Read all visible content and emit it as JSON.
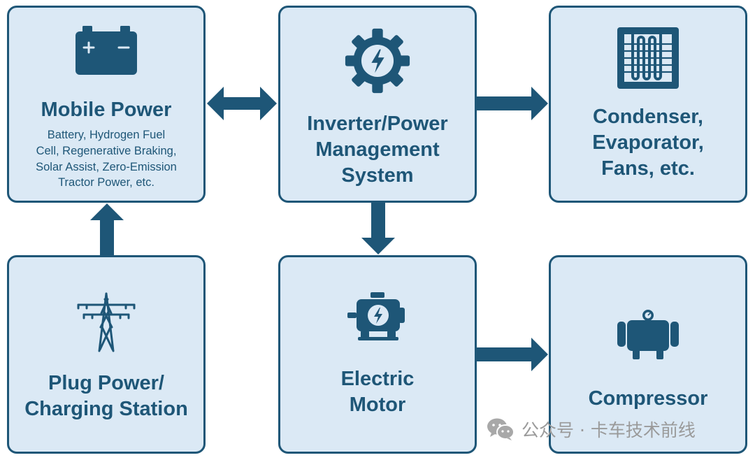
{
  "colors": {
    "box_fill": "#dbe9f5",
    "accent": "#1e5677",
    "watermark": "#9a9a9a"
  },
  "nodes": {
    "mobile_power": {
      "title": "Mobile Power",
      "subtitle": "Battery, Hydrogen Fuel\nCell, Regenerative Braking,\nSolar Assist, Zero-Emission\nTractor Power, etc.",
      "icon": "battery-icon"
    },
    "inverter": {
      "title": "Inverter/Power\nManagement\nSystem",
      "icon": "gear-lightning-icon"
    },
    "condenser": {
      "title": "Condenser,\nEvaporator,\nFans, etc.",
      "icon": "condenser-coil-icon"
    },
    "plug_power": {
      "title": "Plug Power/\nCharging Station",
      "icon": "power-pylon-icon"
    },
    "motor": {
      "title": "Electric\nMotor",
      "icon": "electric-motor-icon"
    },
    "compressor": {
      "title": "Compressor",
      "icon": "compressor-icon"
    }
  },
  "edges": [
    {
      "from": "Mobile Power",
      "to": "Inverter/Power Management System",
      "direction": "bidirectional"
    },
    {
      "from": "Inverter/Power Management System",
      "to": "Condenser, Evaporator, Fans, etc.",
      "direction": "forward"
    },
    {
      "from": "Inverter/Power Management System",
      "to": "Electric Motor",
      "direction": "forward"
    },
    {
      "from": "Plug Power/Charging Station",
      "to": "Mobile Power",
      "direction": "forward"
    },
    {
      "from": "Electric Motor",
      "to": "Compressor",
      "direction": "forward"
    }
  ],
  "watermark": {
    "text": "公众号 · 卡车技术前线",
    "icon": "wechat-icon"
  }
}
